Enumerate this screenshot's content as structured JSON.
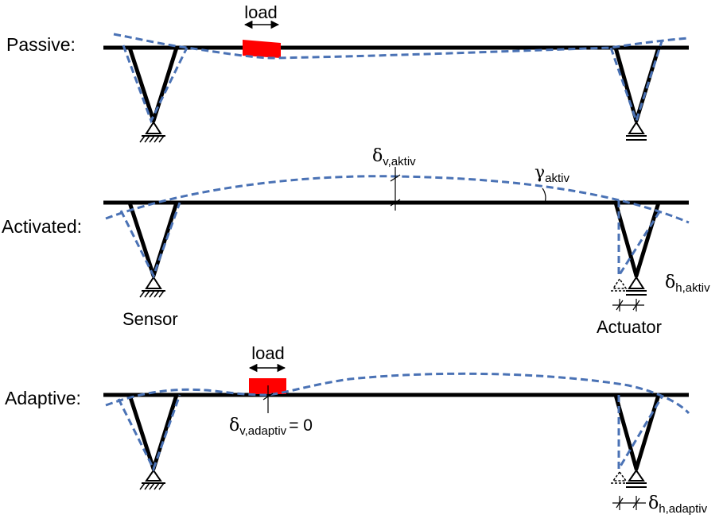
{
  "colors": {
    "structure": "#000000",
    "deflection": "#4a72b5",
    "load": "#ff0000"
  },
  "rows": {
    "passive": {
      "label": "Passive:",
      "load_label": "load"
    },
    "activated": {
      "label": "Activated:",
      "sensor_label": "Sensor",
      "actuator_label": "Actuator"
    },
    "adaptive": {
      "label": "Adaptive:",
      "load_label": "load"
    }
  },
  "annotations": {
    "delta_v_aktiv": {
      "sym": "δ",
      "sub": "v,aktiv"
    },
    "gamma_aktiv": {
      "sym": "γ",
      "sub": "aktiv"
    },
    "delta_h_aktiv": {
      "sym": "δ",
      "sub": "h,aktiv"
    },
    "delta_v_adaptiv": {
      "sym": "δ",
      "sub": "v,adaptiv",
      "suffix": "= 0"
    },
    "delta_h_adaptiv": {
      "sym": "δ",
      "sub": "h,adaptiv"
    }
  }
}
